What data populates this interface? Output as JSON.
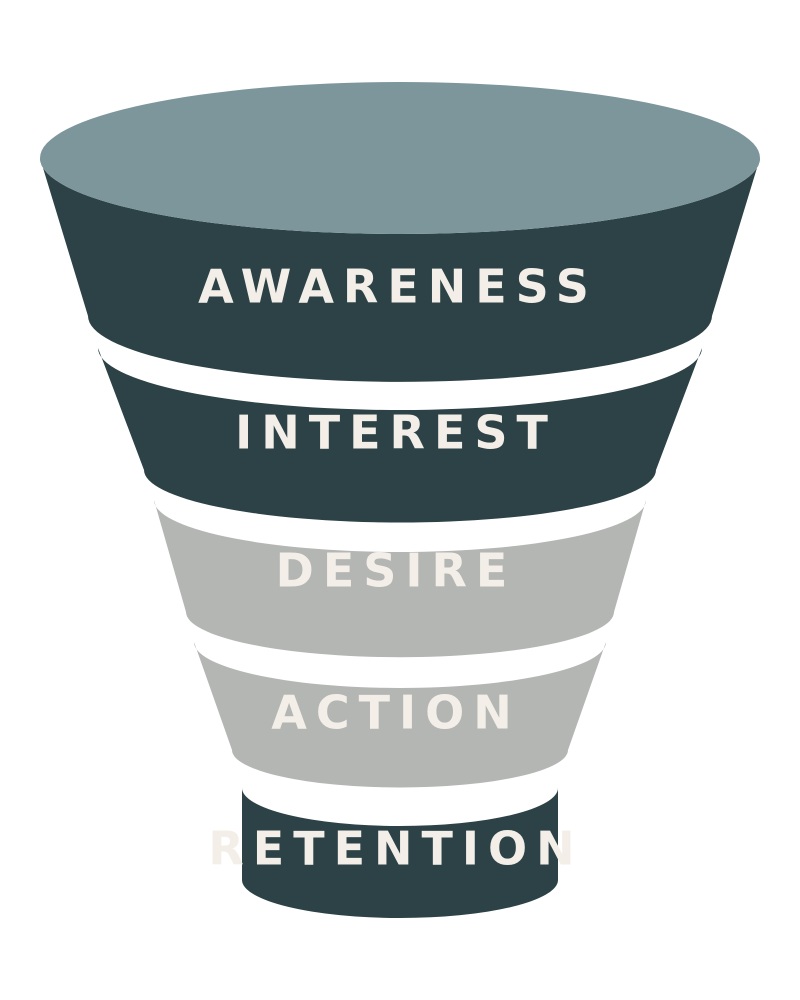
{
  "diagram": {
    "type": "funnel",
    "colors": {
      "top_rim": "#7d969b",
      "dark_stage": "#2d4246",
      "light_stage": "#b4b6b4",
      "label": "#f3efe8",
      "separator": "#ffffff"
    },
    "stages": [
      {
        "label": "AWARENESS",
        "tone": "dark"
      },
      {
        "label": "INTEREST",
        "tone": "dark"
      },
      {
        "label": "DESIRE",
        "tone": "light"
      },
      {
        "label": "ACTION",
        "tone": "light"
      },
      {
        "label": "RETENTION",
        "tone": "dark"
      }
    ]
  }
}
